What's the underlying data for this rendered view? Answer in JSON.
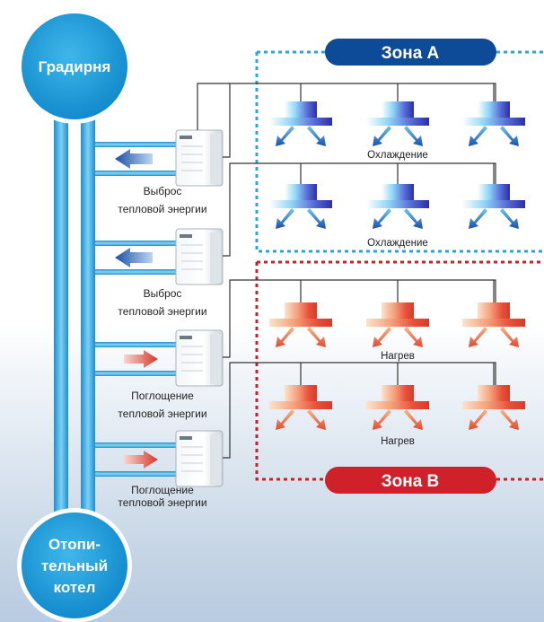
{
  "top_circle": {
    "label": "Градирня"
  },
  "bottom_circle": {
    "lines": [
      "Отопи-",
      "тельный",
      "котел"
    ]
  },
  "zone_a": {
    "label": "Зона A",
    "color": "#0d4a97"
  },
  "zone_b": {
    "label": "Зона B",
    "color": "#d0202a"
  },
  "units": [
    {
      "lines": [
        "Выброс",
        "тепловой энергии"
      ],
      "arrow": "out"
    },
    {
      "lines": [
        "Выброс",
        "тепловой энергии"
      ],
      "arrow": "out"
    },
    {
      "lines": [
        "Поглощение",
        "тепловой энергии"
      ],
      "arrow": "in"
    },
    {
      "lines": [
        "Поглощение",
        "тепловой энергии"
      ],
      "arrow": "in"
    }
  ],
  "rows": [
    {
      "mode": "Охлаждение",
      "type": "cool"
    },
    {
      "mode": "Охлаждение",
      "type": "cool"
    },
    {
      "mode": "Нагрев",
      "type": "heat"
    },
    {
      "mode": "Нагрев",
      "type": "heat"
    }
  ],
  "colors": {
    "pipe": "#2aa6df",
    "circle": "#1c9bd8",
    "cool_arrow": "#1b6fc0",
    "heat_arrow": "#e85a3a",
    "zone_a_border": "#2aa6df",
    "zone_b_border": "#c8202a"
  }
}
